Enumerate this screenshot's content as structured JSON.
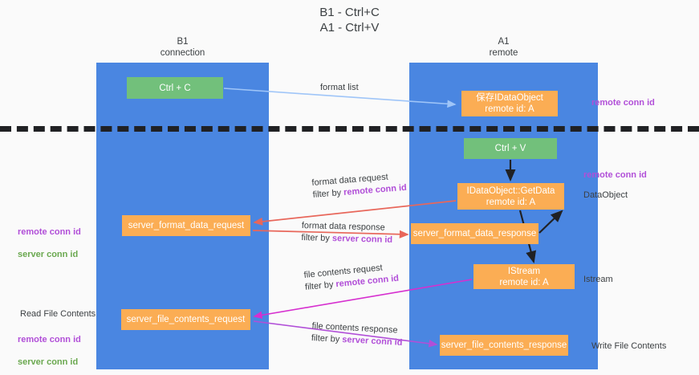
{
  "title": "B1 - Ctrl+C\nA1 - Ctrl+V",
  "columns": {
    "left": "B1\nconnection",
    "right": "A1\nremote"
  },
  "colors": {
    "lane": "#4a86e1",
    "box_green": "#72c07b",
    "box_orange": "#fbad54",
    "accent_purple": "#b14fd8",
    "accent_green": "#6aa84f",
    "arrow_blue": "#9fc5f8",
    "arrow_red": "#e8675b",
    "arrow_magenta": "#d62fcf",
    "arrow_purple": "#b14fd8",
    "arrow_black": "#202124",
    "text": "#3c4043",
    "background": "#fafafa"
  },
  "boxes": {
    "ctrl_c": "Ctrl + C",
    "save_idataobject": "保存IDataObject\nremote id: A",
    "ctrl_v": "Ctrl + V",
    "getdata": "IDataObject::GetData\nremote id: A",
    "server_format_data_request": "server_format_data_request",
    "server_format_data_response": "server_format_data_response",
    "istream": "IStream\nremote id: A",
    "server_file_contents_request": "server_file_contents_request",
    "server_file_contents_response": "server_file_contents_response"
  },
  "flow_labels": {
    "format_list": "format list",
    "format_data_request": "format data request",
    "format_data_request_filter_prefix": "filter by ",
    "format_data_request_filter_key": "remote conn id",
    "format_data_response": "format data response",
    "format_data_response_filter_prefix": "filter by ",
    "format_data_response_filter_key": "server conn id",
    "file_contents_request": "file contents request",
    "file_contents_request_filter_prefix": "filter by ",
    "file_contents_request_filter_key": "remote conn id",
    "file_contents_response": "file contents response",
    "file_contents_response_filter_prefix": "filter by ",
    "file_contents_response_filter_key": "server conn id"
  },
  "annotations": {
    "right_remote_conn_id_top": "remote conn id",
    "right_remote_conn_id_mid": "remote conn id",
    "right_dataobject": "DataObject",
    "right_istream": "Istream",
    "right_write_file_contents": "Write File Contents",
    "left_remote_conn_id_mid": "remote conn id",
    "left_server_conn_id_mid": "server conn id",
    "left_read_file_contents": "Read File Contents",
    "left_remote_conn_id_bottom": "remote conn id",
    "left_server_conn_id_bottom": "server conn id"
  }
}
